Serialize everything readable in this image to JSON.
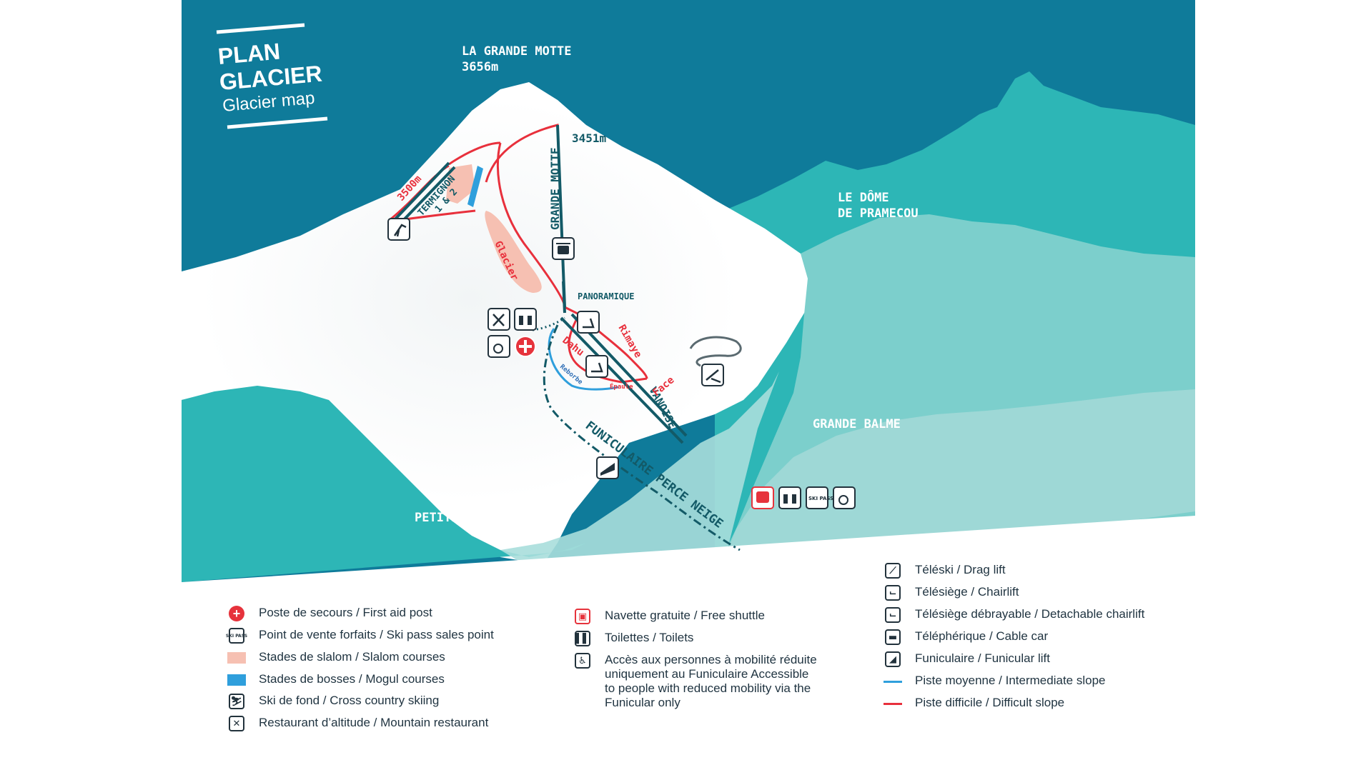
{
  "title": {
    "line1": "PLAN",
    "line2": "GLACIER",
    "line3": "Glacier map"
  },
  "places": {
    "grande_motte_peak": "LA GRANDE MOTTE",
    "grande_motte_alt": "3656m",
    "dome_line1": "LE DÔME",
    "dome_line2": "DE PRAMECOU",
    "grande_balme": "GRANDE BALME",
    "petite_balme": "PETITE BALME"
  },
  "lifts": {
    "grande_motte": "GRANDE MOTTE",
    "grande_motte_alt": "3451m",
    "termignon": "TERMIGNON",
    "termignon_num": "1 & 2",
    "panoramique": "PANORAMIQUE",
    "vanoise": "VANOISE",
    "funiculaire": "FUNICULAIRE PERCE NEIGE"
  },
  "pistes": {
    "p3500": "3500m",
    "glacier": "Glacier",
    "rimaye": "Rimaye",
    "dahu": "Dahu",
    "face": "Face",
    "epaule": "Épaule",
    "reborbe": "Reborbe"
  },
  "colors": {
    "sky": "#0f7b9a",
    "snow": "#ffffff",
    "teal": "#2db6b6",
    "light_teal": "#7ccfcc",
    "lift": "#135a67",
    "difficult": "#e8303c",
    "intermediate": "#2f9fdc",
    "slalom": "#f6c0b2",
    "first_aid": "#e6333c"
  },
  "legend": {
    "col1": [
      {
        "icon": "first-aid-icon",
        "label": "Poste de secours / First aid post"
      },
      {
        "icon": "ski-pass-icon",
        "label": "Point de vente forfaits / Ski pass sales point"
      },
      {
        "icon": "slalom-swatch",
        "label": "Stades de slalom / Slalom courses"
      },
      {
        "icon": "mogul-swatch",
        "label": "Stades de bosses / Mogul courses"
      },
      {
        "icon": "cross-country-icon",
        "label": "Ski de fond / Cross country skiing"
      },
      {
        "icon": "restaurant-icon",
        "label": "Restaurant d’altitude / Mountain restaurant"
      }
    ],
    "col2": [
      {
        "icon": "shuttle-icon",
        "label": "Navette gratuite / Free shuttle"
      },
      {
        "icon": "toilets-icon",
        "label": "Toilettes / Toilets"
      },
      {
        "icon": "accessibility-icon",
        "label": "Accès aux personnes à mobilité réduite uniquement au Funiculaire Accessible to people with reduced mobility via the Funicular only"
      }
    ],
    "col3": [
      {
        "icon": "drag-lift-icon",
        "label": "Téléski / Drag lift"
      },
      {
        "icon": "chairlift-icon",
        "label": "Télésiège / Chairlift"
      },
      {
        "icon": "detachable-chairlift-icon",
        "label": "Télésiège débrayable / Detachable chairlift"
      },
      {
        "icon": "cable-car-icon",
        "label": "Téléphérique / Cable car"
      },
      {
        "icon": "funicular-icon",
        "label": "Funiculaire / Funicular lift"
      },
      {
        "icon": "intermediate-slope-line",
        "label": "Piste moyenne / Intermediate slope"
      },
      {
        "icon": "difficult-slope-line",
        "label": "Piste difficile / Difficult slope"
      }
    ]
  },
  "icon_text": {
    "ski_pass": "SKI PASS"
  }
}
